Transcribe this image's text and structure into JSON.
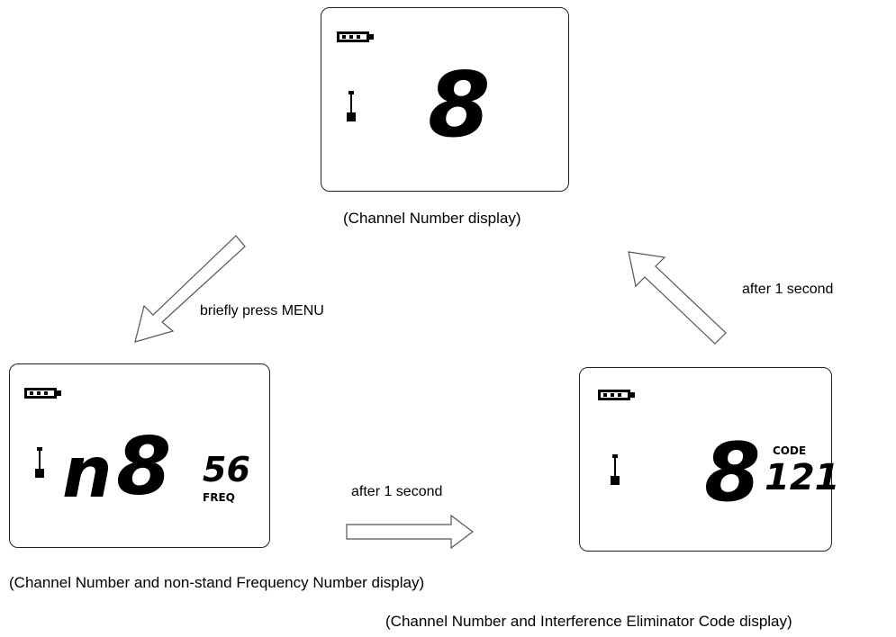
{
  "displays": {
    "top": {
      "channel": "8",
      "caption": "(Channel Number display)"
    },
    "left": {
      "prefix": "n",
      "channel": "8",
      "freq_value": "56",
      "freq_label": "FREQ",
      "caption": "(Channel Number and non-stand Frequency Number display)"
    },
    "right": {
      "channel": "8",
      "code_label": "CODE",
      "code_value": "121",
      "caption": "(Channel Number and Interference Eliminator Code display)"
    }
  },
  "arrows": {
    "top_to_left": "briefly press MENU",
    "left_to_right": "after 1 second",
    "right_to_top": "after 1 second"
  }
}
